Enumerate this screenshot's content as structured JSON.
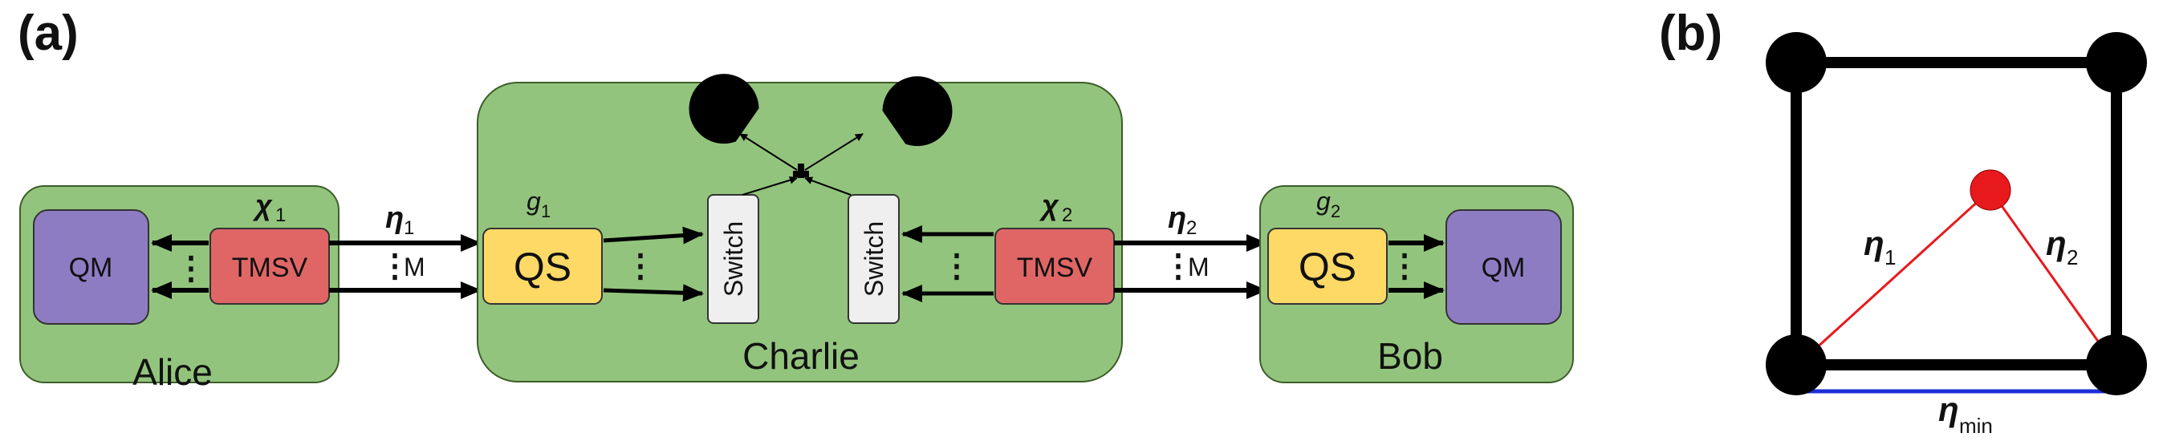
{
  "panel_a": {
    "label": "(a)",
    "alice": {
      "name": "Alice",
      "qm": "QM",
      "tmsv": "TMSV",
      "chi_sym": "χ",
      "chi_sub": "1"
    },
    "link1": {
      "eta_sym": "η",
      "eta_sub": "1",
      "modes": "M"
    },
    "charlie": {
      "name": "Charlie",
      "qs_left": "QS",
      "g_left_sym": "g",
      "g_left_sub": "1",
      "switch_left": "Switch",
      "switch_right": "Switch",
      "tmsv": "TMSV",
      "chi_sym": "χ",
      "chi_sub": "2"
    },
    "link2": {
      "eta_sym": "η",
      "eta_sub": "2",
      "modes": "M"
    },
    "bob": {
      "name": "Bob",
      "qs": "QS",
      "g_sym": "g",
      "g_sub": "2",
      "qm": "QM"
    },
    "ellipsis": "⋮"
  },
  "panel_b": {
    "label": "(b)",
    "eta1_sym": "η",
    "eta1_sub": "1",
    "eta2_sym": "η",
    "eta2_sub": "2",
    "etamin_sym": "η",
    "etamin_sub": "min"
  },
  "colors": {
    "box_green": "#93c47d",
    "qm_purple": "#8e7cc3",
    "tmsv_red": "#e06666",
    "qs_yellow": "#ffd966",
    "switch_gray": "#efefef",
    "red_line": "#e8191d",
    "blue_line": "#1c2fd6"
  }
}
